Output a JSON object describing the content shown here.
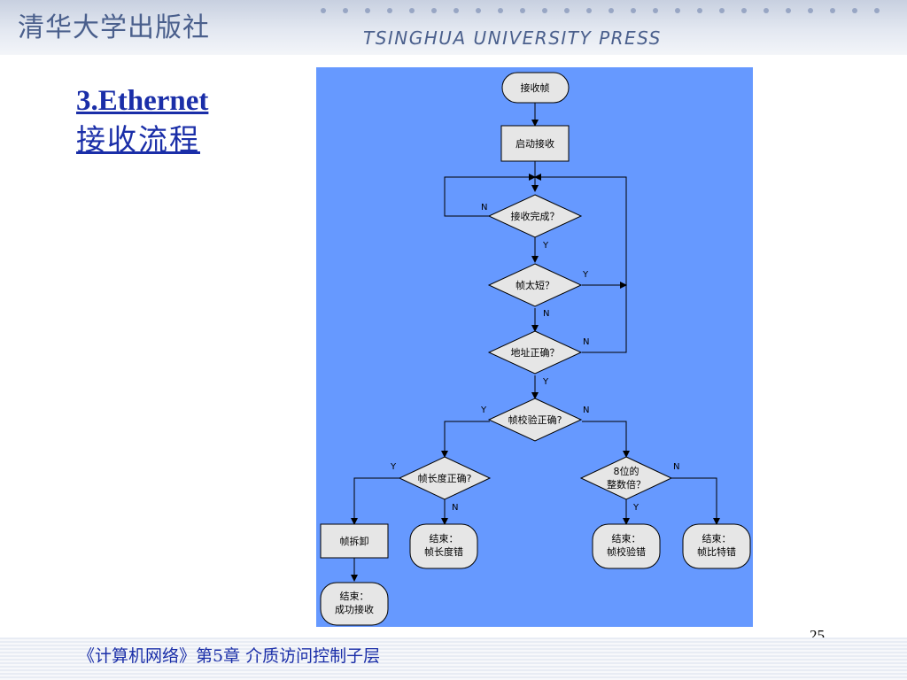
{
  "header": {
    "publisher_cn": "清华大学出版社",
    "publisher_en": "TSINGHUA UNIVERSITY PRESS"
  },
  "title": {
    "line1": "3.Ethernet",
    "line2": "接收流程"
  },
  "flowchart": {
    "start": "接收帧",
    "start_receive": "启动接收",
    "receive_done": "接收完成？",
    "frame_too_short": "帧太短？",
    "address_correct": "地址正确？",
    "checksum_correct": "帧校验正确?",
    "length_correct": "帧长度正确?",
    "multiple_of_8_line1": "8位的",
    "multiple_of_8_line2": "整数倍？",
    "disassemble": "帧拆卸",
    "end_length_line1": "结束：",
    "end_length_line2": "帧长度错",
    "end_check_line1": "结束：",
    "end_check_line2": "帧校验错",
    "end_bit_line1": "结束：",
    "end_bit_line2": "帧比特错",
    "end_success_line1": "结束：",
    "end_success_line2": "成功接收",
    "yes": "Y",
    "no": "N"
  },
  "colors": {
    "panel_bg": "#6699ff",
    "node_fill": "#e6e6e6",
    "title_color": "#1a2ea8"
  },
  "page_number": "25",
  "footer": {
    "text": "《计算机网络》第5章  介质访问控制子层"
  }
}
